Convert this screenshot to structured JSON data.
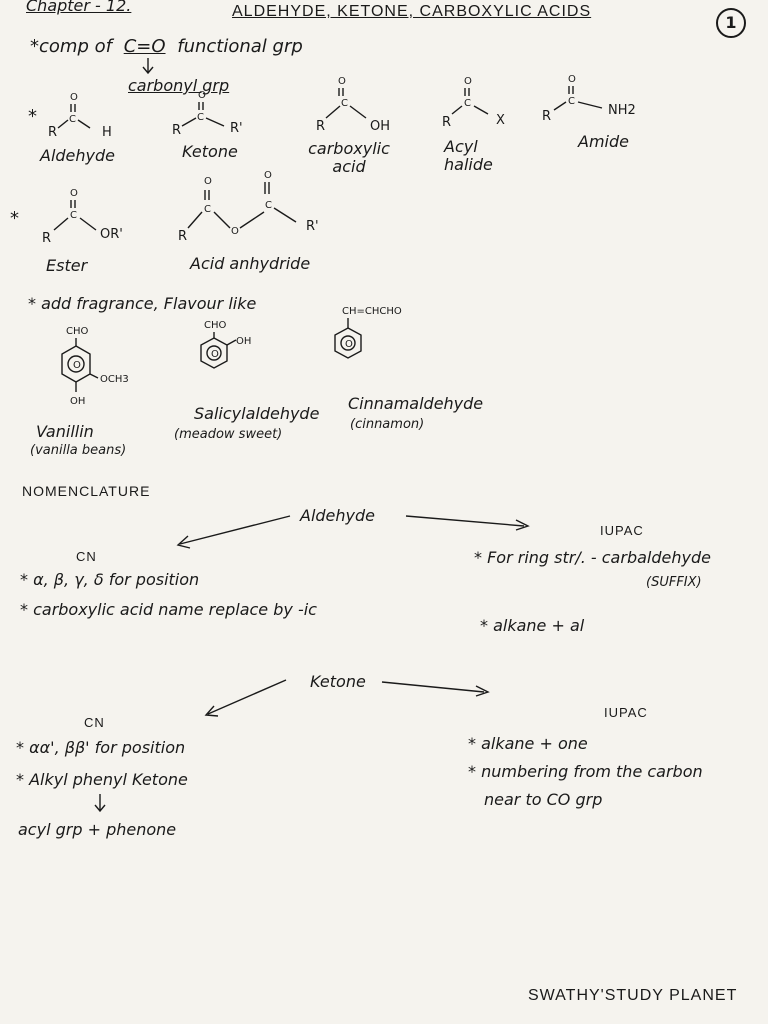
{
  "header": {
    "chapter": "Chapter - 12.",
    "title": "ALDEHYDE, KETONE, CARBOXYLIC ACIDS",
    "page_number": "1"
  },
  "intro": {
    "comp_prefix": "*comp of",
    "co_group": "C=O",
    "comp_suffix": "functional grp",
    "carbonyl": "carbonyl grp"
  },
  "structures_row1": [
    {
      "name": "Aldehyde",
      "left": "R",
      "right": "H",
      "o": "O",
      "c": "C"
    },
    {
      "name": "Ketone",
      "left": "R",
      "right": "R'",
      "o": "O",
      "c": "C"
    },
    {
      "name": "carboxylic acid",
      "left": "R",
      "right": "OH",
      "o": "O",
      "c": "C"
    },
    {
      "name": "Acyl halide",
      "left": "R",
      "right": "X",
      "o": "O",
      "c": "C"
    },
    {
      "name": "Amide",
      "left": "R",
      "right": "NH2",
      "o": "O",
      "c": "C"
    }
  ],
  "structures_row2": {
    "ester": {
      "name": "Ester",
      "left": "R",
      "right": "OR'",
      "o": "O",
      "c": "C"
    },
    "anhydride": {
      "name": "Acid anhydride",
      "left": "R",
      "right": "R'",
      "bridge": "O",
      "o": "O",
      "c": "C"
    }
  },
  "fragrance": {
    "heading": "* add fragrance, Flavour like",
    "items": [
      {
        "top": "CHO",
        "sub": "OCH3",
        "bottom": "OH",
        "ring": "O",
        "name": "Vanillin",
        "note": "(vanilla beans)"
      },
      {
        "top": "CHO",
        "sub": "OH",
        "ring": "O",
        "name": "Salicylaldehyde",
        "note": "(meadow sweet)"
      },
      {
        "top": "CH=CHCHO",
        "ring": "O",
        "name": "Cinnamaldehyde",
        "note": "(cinnamon)"
      }
    ]
  },
  "nomenclature": {
    "heading": "NOMENCLATURE",
    "aldehyde": {
      "label": "Aldehyde",
      "cn_label": "CN",
      "iupac_label": "IUPAC",
      "cn_points": [
        "* α, β, γ, δ for position",
        "* carboxylic acid name replace by -ic"
      ],
      "iupac_points": [
        "* For ring str/. - carbaldehyde",
        "(SUFFIX)",
        "* alkane + al"
      ]
    },
    "ketone": {
      "label": "Ketone",
      "cn_label": "CN",
      "iupac_label": "IUPAC",
      "cn_points": [
        "* αα', ββ' for position",
        "* Alkyl phenyl Ketone",
        "acyl grp + phenone"
      ],
      "iupac_points": [
        "* alkane + one",
        "* numbering from the carbon",
        "near to CO grp"
      ]
    }
  },
  "footer": {
    "signature": "SWATHY'STUDY PLANET"
  }
}
